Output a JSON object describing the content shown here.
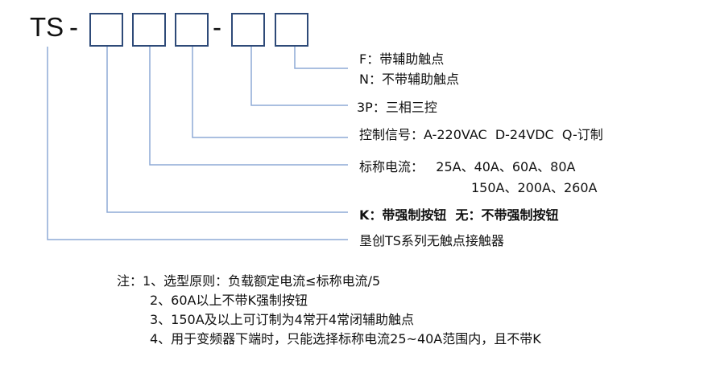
{
  "model": {
    "prefix": "TS",
    "dash1": "-",
    "dash2": "-"
  },
  "colors": {
    "box_stroke": "#2e4a78",
    "line": "#8eaad6"
  },
  "legend": [
    {
      "id": "aux_f",
      "text": "F：带辅助触点"
    },
    {
      "id": "aux_n",
      "text": "N：不带辅助触点"
    },
    {
      "id": "phase",
      "text": "3P：三相三控"
    },
    {
      "id": "control",
      "text": "控制信号：A-220VAC  D-24VDC  Q-订制"
    },
    {
      "id": "current1",
      "text": "标称电流：   25A、40A、60A、80A"
    },
    {
      "id": "current2",
      "text": "150A、200A、260A"
    },
    {
      "id": "button",
      "text": "K：带强制按钮  无：不带强制按钮"
    },
    {
      "id": "series",
      "text": "垦创TS系列无触点接触器"
    }
  ],
  "notes": [
    "注：1、选型原则：负载额定电流≤标称电流/5",
    "2、60A以上不带K强制按钮",
    "3、150A及以上可订制为4常开4常闭辅助触点",
    "4、用于变频器下端时，只能选择标称电流25~40A范围内，且不带K"
  ]
}
